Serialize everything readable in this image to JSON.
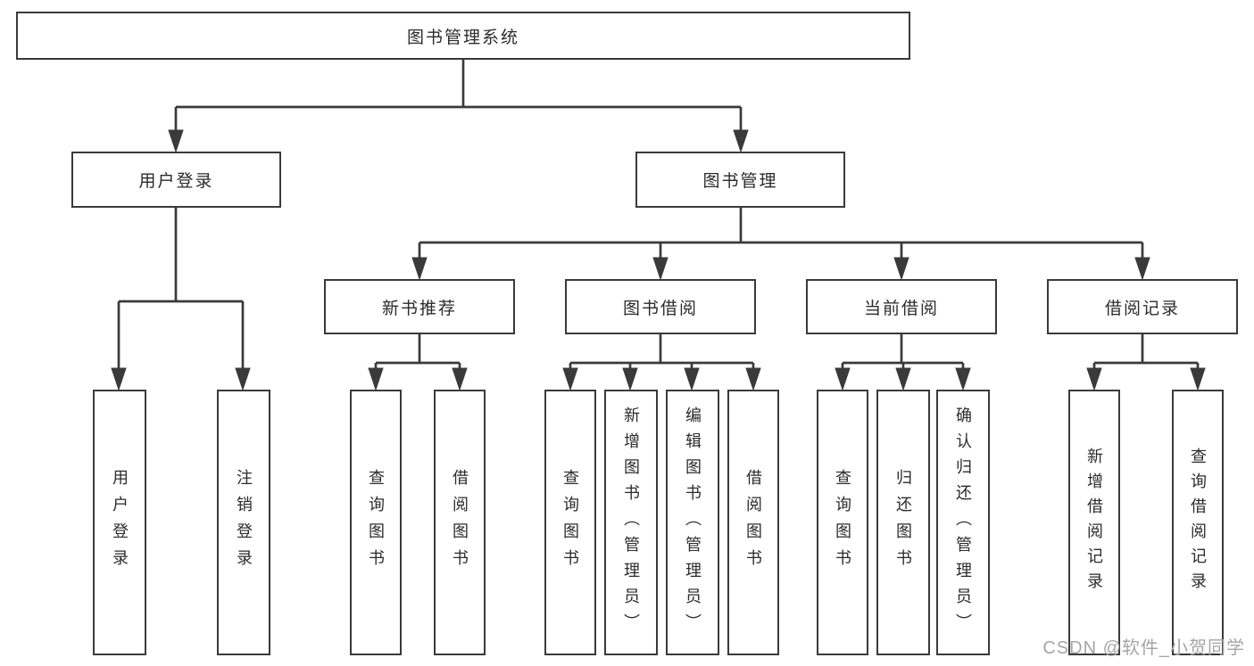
{
  "diagram": {
    "root": {
      "label": "图书管理系统"
    },
    "level2": {
      "user_login": {
        "label": "用户登录"
      },
      "book_management": {
        "label": "图书管理"
      }
    },
    "level3": {
      "new_book_recommendation": {
        "label": "新书推荐"
      },
      "book_borrowing": {
        "label": "图书借阅"
      },
      "current_borrowing": {
        "label": "当前借阅"
      },
      "borrowing_records": {
        "label": "借阅记录"
      }
    },
    "leaves": {
      "user_login": {
        "label": "用户登录",
        "parent": "用户登录"
      },
      "logout": {
        "label": "注销登录",
        "parent": "用户登录"
      },
      "query_books_1": {
        "label": "查询图书",
        "parent": "新书推荐"
      },
      "borrow_books_1": {
        "label": "借阅图书",
        "parent": "新书推荐"
      },
      "query_books_2": {
        "label": "查询图书",
        "parent": "图书借阅"
      },
      "add_books": {
        "label": "新增图书（管理员）",
        "parent": "图书借阅"
      },
      "edit_books": {
        "label": "编辑图书（管理员）",
        "parent": "图书借阅"
      },
      "borrow_books_2": {
        "label": "借阅图书",
        "parent": "图书借阅"
      },
      "query_books_3": {
        "label": "查询图书",
        "parent": "当前借阅"
      },
      "return_books": {
        "label": "归还图书",
        "parent": "当前借阅"
      },
      "confirm_return": {
        "label": "确认归还（管理员）",
        "parent": "当前借阅"
      },
      "add_borrow_record": {
        "label": "新增借阅记录",
        "parent": "借阅记录"
      },
      "query_borrow_record": {
        "label": "查询借阅记录",
        "parent": "借阅记录"
      }
    },
    "watermark": "CSDN @软件_小贺同学",
    "colors": {
      "line": "#3a3a3a",
      "text": "#2b2b2b",
      "watermark": "#a5a5a5",
      "background": "#ffffff"
    }
  }
}
